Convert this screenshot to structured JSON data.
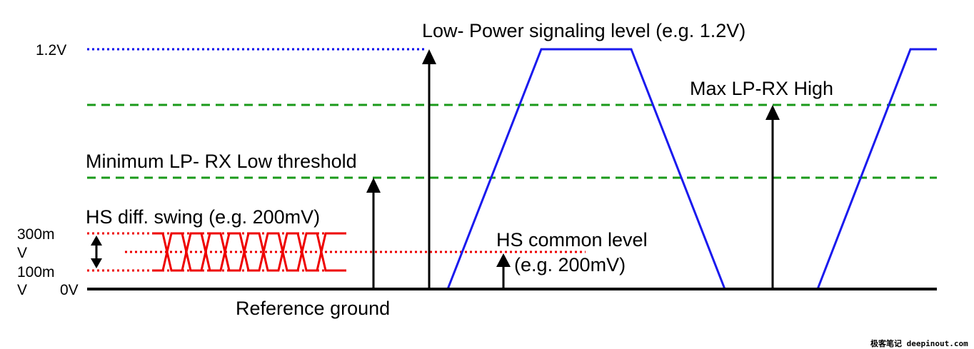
{
  "labels": {
    "lp_level": "Low- Power signaling level (e.g. 1.2V)",
    "max_lp_rx_high": "Max LP-RX High",
    "min_lp_rx_low": "Minimum LP- RX Low threshold",
    "hs_swing": "HS diff. swing (e.g. 200mV)",
    "hs_common_line1": "HS common level",
    "hs_common_line2": "(e.g. 200mV)",
    "reference_ground": "Reference ground"
  },
  "axis_labels": {
    "v_1_2": "1.2V",
    "v_300m_a": "300m",
    "v_300m_b": "V",
    "v_100m_a": "100m",
    "v_100m_b": "V",
    "v_0": "0V"
  },
  "watermark": "极客笔记 deepinout.com",
  "colors": {
    "lp_level_line": "#0000ee",
    "threshold_lines": "#1a9a1a",
    "hs_signal": "#ee0000",
    "lp_waveform": "#1a1aee",
    "ground": "#000000"
  }
}
